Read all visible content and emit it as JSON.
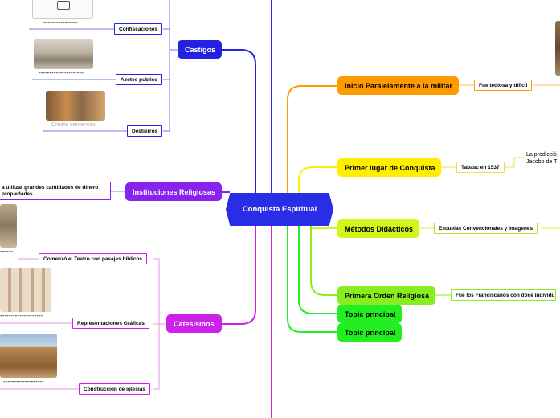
{
  "center": {
    "label": "Conquista Espiritual"
  },
  "left": {
    "castigos": {
      "label": "Castigos",
      "subs": [
        "Confiscaciones",
        "Azotes publico",
        "Destierros"
      ],
      "dashes": [
        "----------------",
        "---------------------",
        "Create sentences"
      ]
    },
    "instituciones": {
      "label": "Instituciones Religiosas",
      "sub_lines": [
        "a utilizar grandes cantidades de dinero",
        "propiedades"
      ]
    },
    "catesismos": {
      "label": "Catesismos",
      "subs": [
        "Comenzó el Teatro con pasajes bíblicos",
        "Representaciones Gráficas",
        "Construcción de iglesias"
      ],
      "dashes": [
        "------",
        "--------------------",
        "-------------------"
      ]
    }
  },
  "right": {
    "inicio": {
      "label": "Inicio Paralelamente a la militar",
      "sub": "Fue tediosa y dificil"
    },
    "primer": {
      "label": "Primer lugar de Conquista",
      "sub": "Tabasc en 1537",
      "note_lines": [
        "La predicció",
        "Jacobo de T"
      ]
    },
    "metodos": {
      "label": "Métodos Didácticos",
      "sub": "Escuelas Convencionales y Imagenes"
    },
    "orden": {
      "label": "Primera Orden Religiosa",
      "sub": "Fue los Franciscanos con doce individu"
    },
    "topic1": {
      "label": "Topic principal"
    },
    "topic2": {
      "label": "Topic principal"
    }
  },
  "colors": {
    "center": "#2a2de6",
    "castigos": "#2222e0",
    "instituciones": "#8822ee",
    "catesismos": "#cc22e8",
    "inicio": "#ff9a00",
    "primer": "#ffee00",
    "metodos": "#d4f51a",
    "green": "#22ee22"
  }
}
